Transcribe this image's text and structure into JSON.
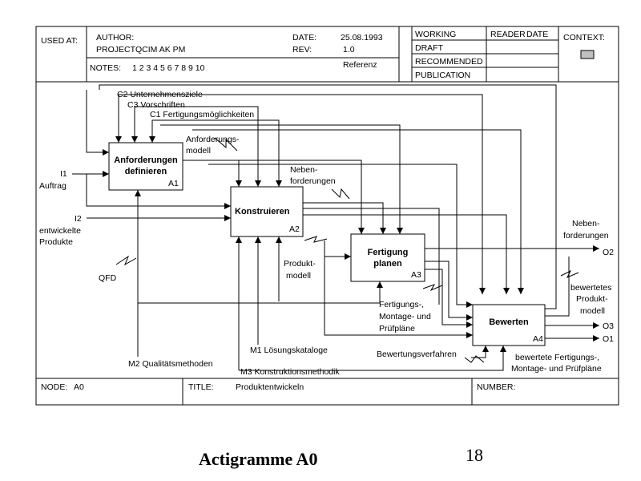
{
  "header": {
    "used_at": "USED AT:",
    "author_label": "AUTHOR:",
    "author_value": "PROJECTQCIM AK PM",
    "date_label": "DATE:",
    "date_value": "25.08.1993",
    "rev_label": "REV:",
    "rev_value": "1.0",
    "notes_label": "NOTES:",
    "notes_numbers": "1  2  3  4  5  6  7  8  9  10",
    "status_working": "WORKING",
    "status_draft": "DRAFT",
    "status_recommended": "RECOMMENDED",
    "status_publication": "PUBLICATION",
    "reader": "READER",
    "date_col": "DATE",
    "context": "CONTEXT:",
    "referenz": "Referenz"
  },
  "boxes": {
    "a1": {
      "line1": "Anforderungen",
      "line2": "definieren",
      "id": "A1"
    },
    "a2": {
      "line1": "Konstruieren",
      "id": "A2"
    },
    "a3": {
      "line1": "Fertigung",
      "line2": "planen",
      "id": "A3"
    },
    "a4": {
      "line1": "Bewerten",
      "id": "A4"
    }
  },
  "labels": {
    "c2": "C2 Unternehmensziele",
    "c3": "C3  Vorschriften",
    "c1": "C1   Fertigungsmöglichkeiten",
    "anf1": "Anforderungs-",
    "anf2": "modell",
    "neb1": "Neben-",
    "neb2": "forderungen",
    "i1a": "I1",
    "i1b": "Auftrag",
    "i2a": "I2",
    "i2b": "entwickelte",
    "i2c": "Produkte",
    "qfd": "QFD",
    "prod1": "Produkt-",
    "prod2": "modell",
    "nebR1": "Neben-",
    "nebR2": "forderungen",
    "o2": "O2",
    "bp1": "bewertetes",
    "bp2": "Produkt-",
    "bp3": "modell",
    "o3": "O3",
    "o1": "O1",
    "fmp1": "Fertigungs-,",
    "fmp2": "Montage- und",
    "fmp3": "Prüfpläne",
    "m1": "M1 Lösungskataloge",
    "bewv": "Bewertungsverfahren",
    "bfm1": "bewertete Fertigungs-,",
    "bfm2": "Montage- und Prüfpläne",
    "m2": "M2 Qualitätsmethoden",
    "m3": "M3 Konstruktionsmethodik"
  },
  "footer": {
    "node_label": "NODE:",
    "node_value": "A0",
    "title_label": "TITLE:",
    "title_value": "Produktentwickeln",
    "number_label": "NUMBER:"
  },
  "caption": "Actigramme A0",
  "slide_number": "18"
}
